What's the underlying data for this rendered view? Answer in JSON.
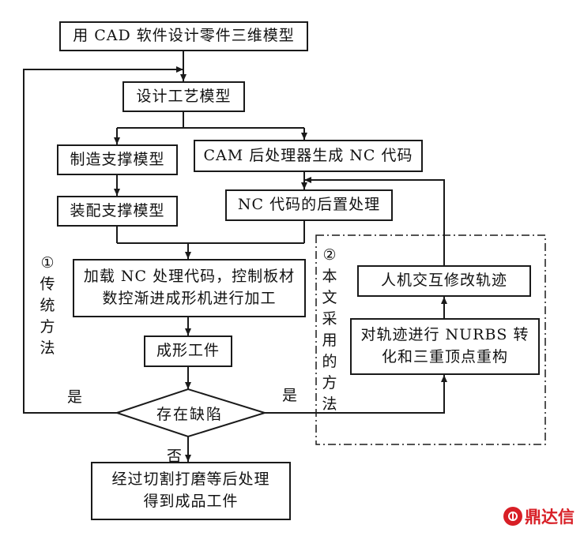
{
  "steps": {
    "cad_model": "用 CAD 软件设计零件三维模型",
    "process_model": "设计工艺模型",
    "support_model": "制造支撑模型",
    "cam_nc": "CAM 后处理器生成 NC 代码",
    "assemble_support": "装配支撑模型",
    "nc_post": "NC 代码的后置处理",
    "load_nc": [
      "加载 NC 处理代码，控制板材",
      "数控渐进成形机进行加工"
    ],
    "formed_part": "成形工件",
    "defect_check": "存在缺陷",
    "finish": [
      "经过切割打磨等后处理",
      "得到成品工件"
    ],
    "interactive_edit": "人机交互修改轨迹",
    "nurbs": [
      "对轨迹进行 NURBS 转",
      "化和三重顶点重构"
    ]
  },
  "labels": {
    "yes_left": "是",
    "yes_right": "是",
    "no": "否",
    "traditional": [
      "①",
      "传",
      "统",
      "方",
      "法"
    ],
    "proposed": [
      "②",
      "本",
      "文",
      "采",
      "用",
      "的",
      "方",
      "法"
    ]
  },
  "watermark": {
    "text": "鼎达信",
    "color": "#d81f26"
  }
}
